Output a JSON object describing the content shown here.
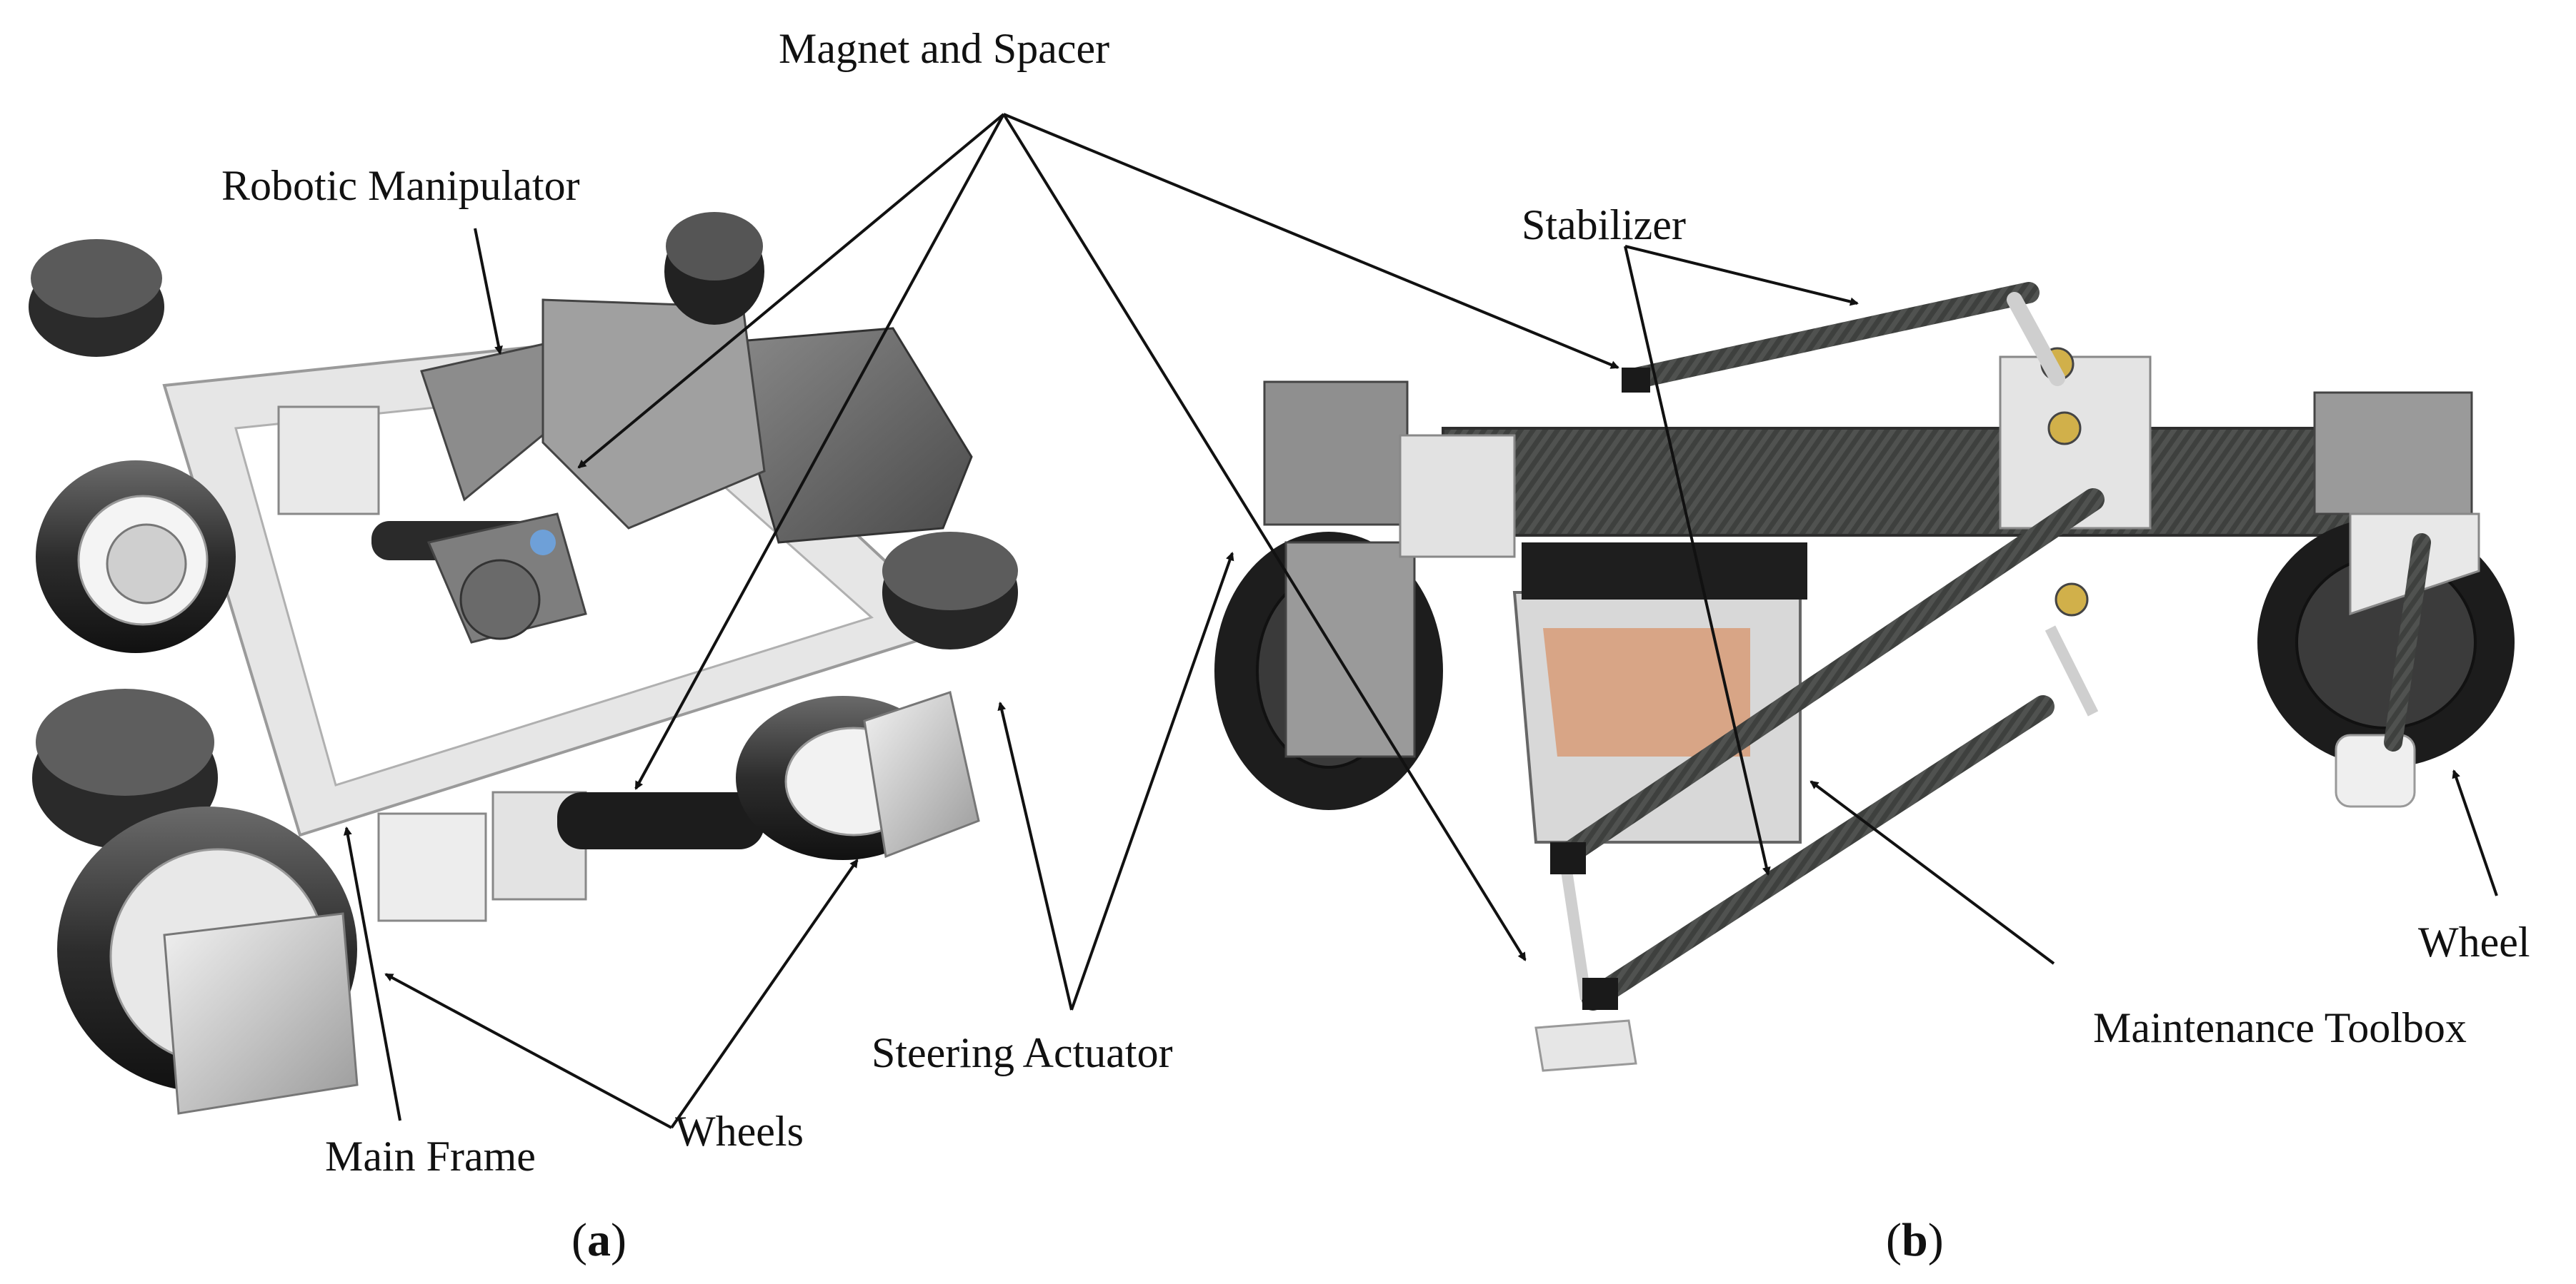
{
  "panel_a": {
    "caption_letter": "a",
    "labels": {
      "robotic_manipulator": "Robotic Manipulator",
      "main_frame": "Main Frame",
      "wheels": "Wheels",
      "steering_actuator": "Steering Actuator"
    }
  },
  "panel_b": {
    "caption_letter": "b",
    "labels": {
      "stabilizer": "Stabilizer",
      "wheel": "Wheel",
      "maintenance_toolbox": "Maintenance Toolbox"
    }
  },
  "shared_labels": {
    "magnet_and_spacer": "Magnet and Spacer"
  },
  "colors": {
    "background": "#ffffff",
    "frame": "#d9d9d9",
    "tire": "#3a3a3a",
    "carbon_tube": "#4b4d4a",
    "toolbox_accent": "#d98a5a",
    "arrow": "#111111"
  }
}
